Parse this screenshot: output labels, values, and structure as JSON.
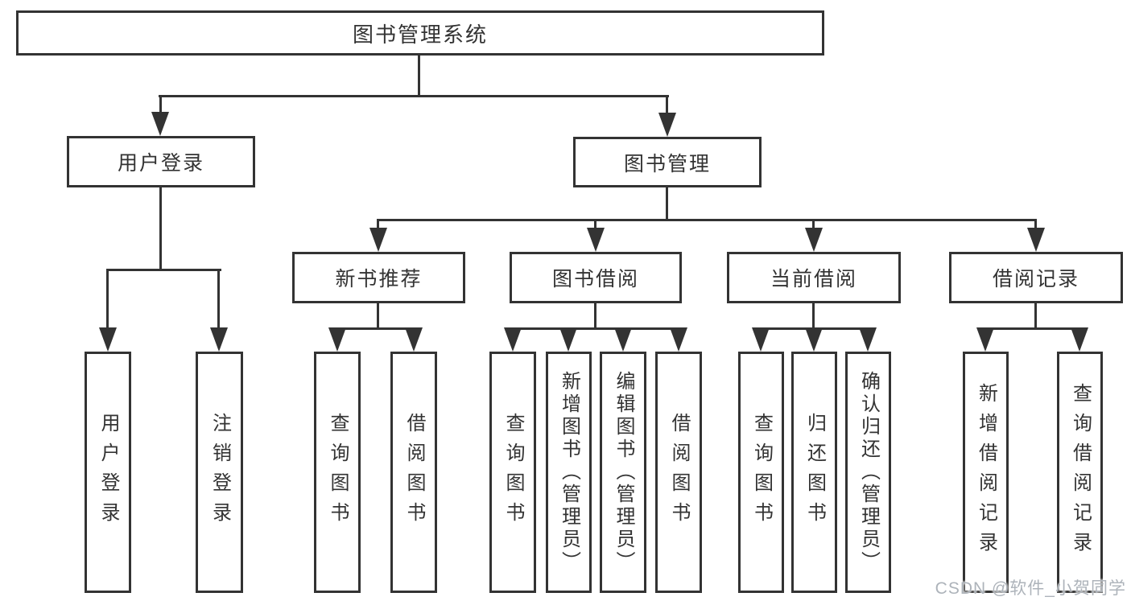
{
  "diagram": {
    "title": "图书管理系统",
    "branches": [
      {
        "label": "用户登录",
        "children": [
          "用户登录",
          "注销登录"
        ]
      },
      {
        "label": "图书管理",
        "groups": [
          {
            "label": "新书推荐",
            "children": [
              "查询图书",
              "借阅图书"
            ]
          },
          {
            "label": "图书借阅",
            "children": [
              "查询图书",
              "新增图书（管理员）",
              "编辑图书（管理员）",
              "借阅图书"
            ]
          },
          {
            "label": "当前借阅",
            "children": [
              "查询图书",
              "归还图书",
              "确认归还（管理员）"
            ]
          },
          {
            "label": "借阅记录",
            "children": [
              "新增借阅记录",
              "查询借阅记录"
            ]
          }
        ]
      }
    ]
  },
  "watermark": {
    "text": "CSDN @软件_小贺同学"
  },
  "colors": {
    "line": "#333333",
    "text": "#333333",
    "box_background": "#ffffff",
    "page_background": "#ffffff",
    "watermark": "#adb3ba"
  }
}
